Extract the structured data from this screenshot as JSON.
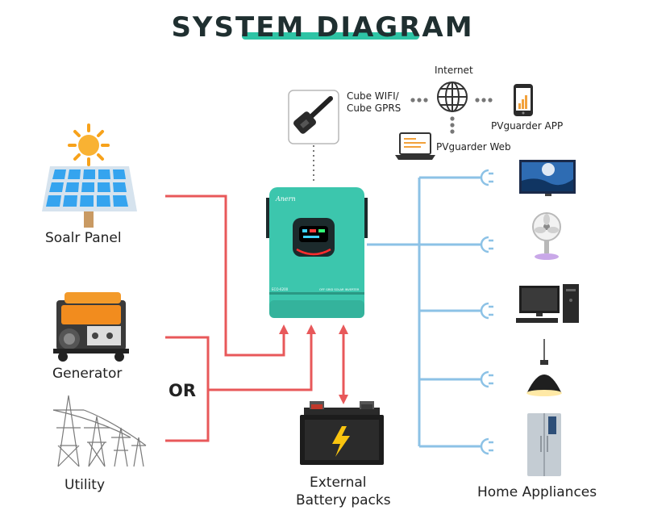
{
  "title": "SYSTEM DIAGRAM",
  "labels": {
    "solar_panel": "Soalr Panel",
    "generator": "Generator",
    "or": "OR",
    "utility": "Utility",
    "battery_line1": "External",
    "battery_line2": "Battery packs",
    "home_appliances": "Home Appliances",
    "internet": "Internet",
    "cube_line1": "Cube WIFI/",
    "cube_line2": "Cube  GPRS",
    "app": "PVguarder APP",
    "web": "PVguarder Web"
  },
  "inverter": {
    "brand": "Anern",
    "model": "ECO-6200",
    "tagline": "OFF GRID SOLAR INVERTER"
  },
  "colors": {
    "input_line": "#e8585a",
    "output_line": "#8cc2e6",
    "inverter_body": "#3cc6ad",
    "inverter_dark": "#1c2a2c",
    "title_accent": "#2ec4a5"
  }
}
